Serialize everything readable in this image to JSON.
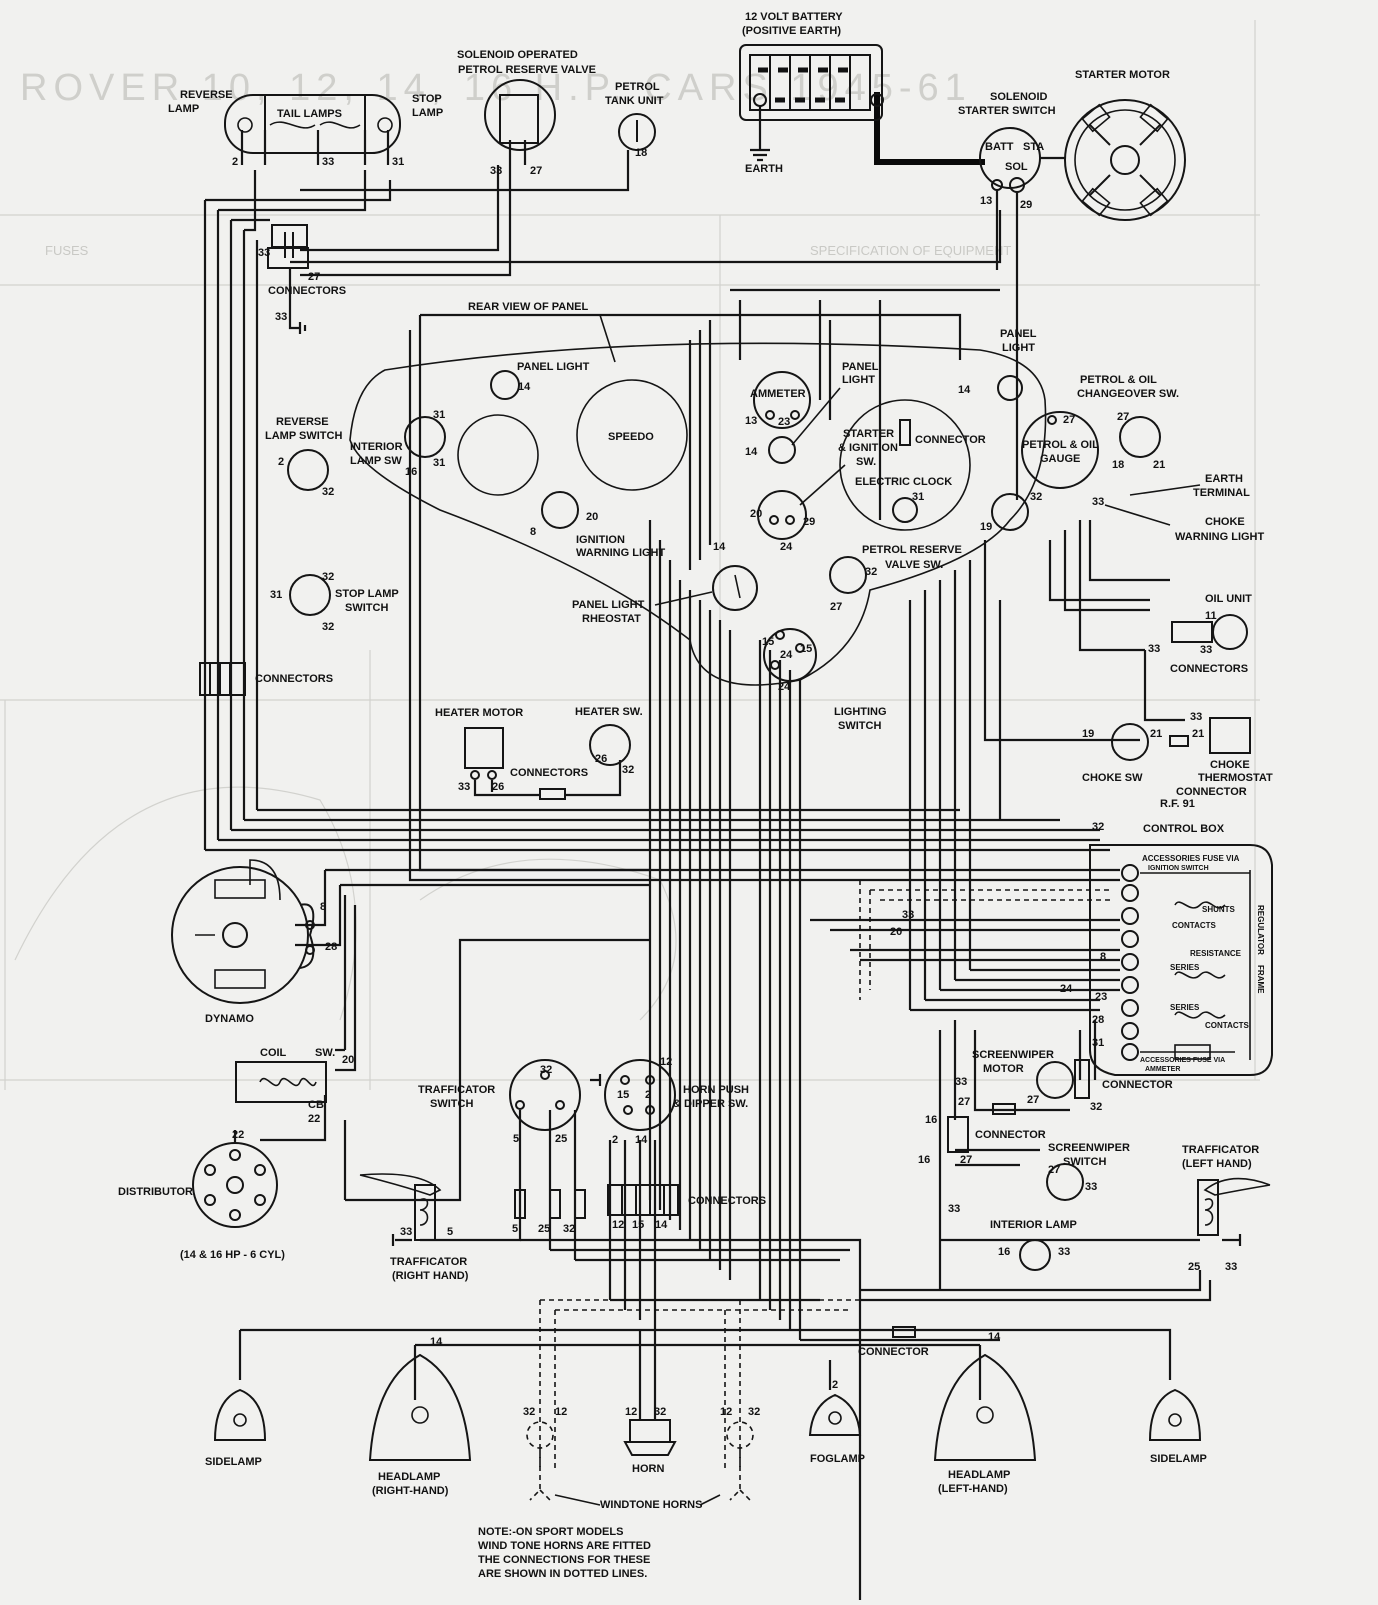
{
  "labels": {
    "battery": "12 VOLT BATTERY",
    "battery_sub": "(POSITIVE EARTH)",
    "earth": "EARTH",
    "starter_motor": "STARTER MOTOR",
    "solenoid_sw1": "SOLENOID",
    "solenoid_sw2": "STARTER SWITCH",
    "batt": "BATT",
    "sta": "STA",
    "sol": "SOL",
    "solenoid_valve1": "SOLENOID OPERATED",
    "solenoid_valve2": "PETROL RESERVE VALVE",
    "tank_unit1": "PETROL",
    "tank_unit2": "TANK UNIT",
    "reverse_lamp1": "REVERSE",
    "reverse_lamp2": "LAMP",
    "tail_lamps": "TAIL LAMPS",
    "stop_lamp1": "STOP",
    "stop_lamp2": "LAMP",
    "connectors": "CONNECTORS",
    "rear_view": "REAR VIEW OF PANEL",
    "panel_light": "PANEL LIGHT",
    "panel1": "PANEL",
    "light": "LIGHT",
    "reverse_sw1": "REVERSE",
    "reverse_sw2": "LAMP SWITCH",
    "interior_sw1": "INTERIOR",
    "interior_sw2": "LAMP SW",
    "speedo": "SPEEDO",
    "ammeter": "AMMETER",
    "starter_ign1": "STARTER",
    "starter_ign2": "& IGNITION",
    "starter_ign3": "SW.",
    "connector": "CONNECTOR",
    "electric_clock": "ELECTRIC CLOCK",
    "petrol_oil1": "PETROL & OIL",
    "petrol_oil2": "CHANGEOVER SW.",
    "gauge1": "PETROL & OIL",
    "gauge2": "GAUGE",
    "earth_term1": "EARTH",
    "earth_term2": "TERMINAL",
    "choke_warn1": "CHOKE",
    "choke_warn2": "WARNING LIGHT",
    "ign_warn1": "IGNITION",
    "ign_warn2": "WARNING LIGHT",
    "petrol_res1": "PETROL   RESERVE",
    "petrol_res2": "VALVE SW.",
    "rheostat1": "PANEL LIGHT",
    "rheostat2": "RHEOSTAT",
    "stop_sw1": "STOP LAMP",
    "stop_sw2": "SWITCH",
    "oil_unit": "OIL UNIT",
    "lighting_sw1": "LIGHTING",
    "lighting_sw2": "SWITCH",
    "heater_motor": "HEATER MOTOR",
    "heater_sw": "HEATER SW.",
    "choke_sw": "CHOKE SW",
    "choke_thermo1": "CHOKE",
    "choke_thermo2": "THERMOSTAT",
    "choke_thermo3": "CONNECTOR",
    "rf91": "R.F. 91",
    "control_box": "CONTROL BOX",
    "cb_fuse1": "ACCESSORIES FUSE VIA",
    "cb_fuse2": "IGNITION SWITCH",
    "cb_fuse3": "ACCESSORIES FUSE VIA",
    "cb_fuse4": "AMMETER",
    "shunts": "SHUNTS",
    "contacts": "CONTACTS",
    "resistance": "RESISTANCE",
    "series": "SERIES",
    "regulator": "REGULATOR",
    "frame": "FRAME",
    "dynamo": "DYNAMO",
    "coil": "COIL",
    "sw": "SW.",
    "cb": "CB",
    "distributor": "DISTRIBUTOR",
    "dist_sub": "(14 & 16 HP - 6 CYL)",
    "traff_sw1": "TRAFFICATOR",
    "traff_sw2": "SWITCH",
    "horn_push1": "HORN PUSH",
    "horn_push2": "& DIPPER SW.",
    "screenwiper_motor1": "SCREENWIPER",
    "screenwiper_motor2": "MOTOR",
    "screenwiper_sw1": "SCREENWIPER",
    "screenwiper_sw2": "SWITCH",
    "interior_lamp": "INTERIOR LAMP",
    "traff_left1": "TRAFFICATOR",
    "traff_left2": "(LEFT HAND)",
    "traff_right1": "TRAFFICATOR",
    "traff_right2": "(RIGHT HAND)",
    "sidelamp": "SIDELAMP",
    "headlamp": "HEADLAMP",
    "headlamp_r": "(RIGHT-HAND)",
    "headlamp_l": "(LEFT-HAND)",
    "horn": "HORN",
    "foglamp": "FOGLAMP",
    "windtone": "WINDTONE HORNS",
    "note1": "NOTE:-ON SPORT MODELS",
    "note2": "WIND TONE HORNS ARE FITTED",
    "note3": "THE CONNECTIONS FOR THESE",
    "note4": "ARE SHOWN IN DOTTED LINES."
  },
  "ghost_text": {
    "title": "ROVER 10, 12, 14, 16 H.P. CARS 1945-61",
    "spec": "SPECIFICATION OF EQUIPMENT",
    "fuses": "FUSES"
  }
}
